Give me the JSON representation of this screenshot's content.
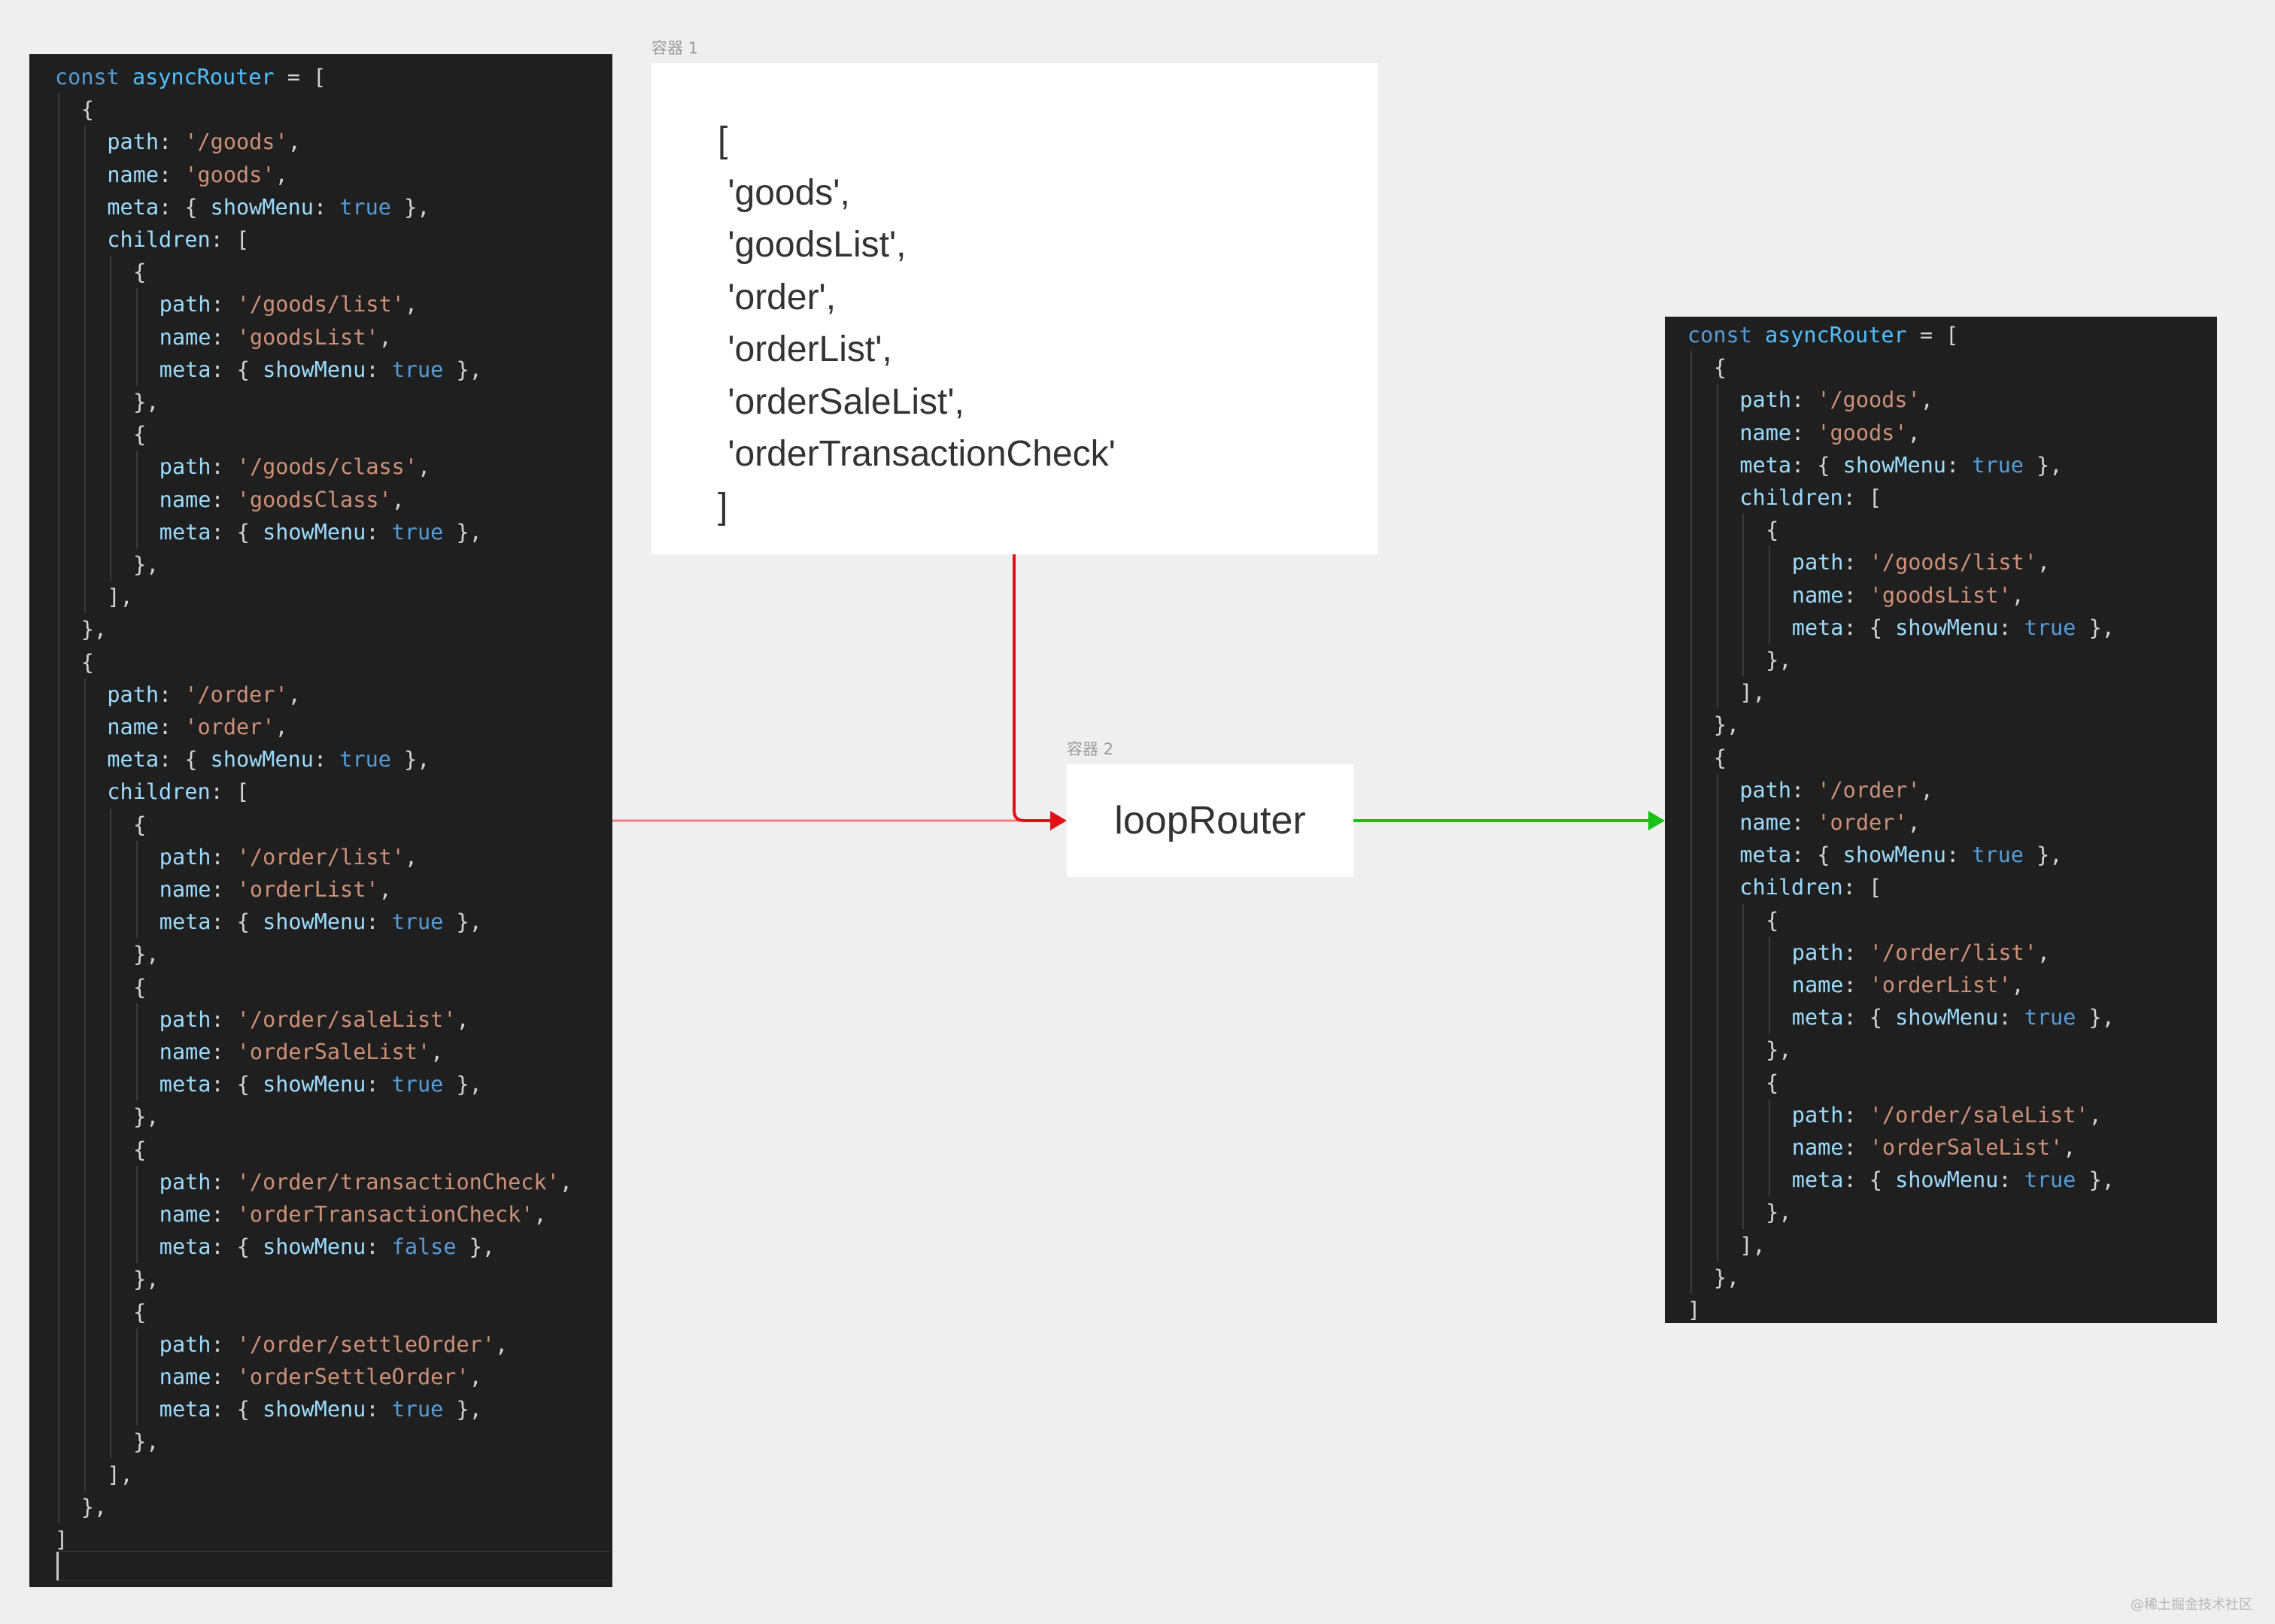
{
  "left_code": [
    [
      [
        "tok-keyword",
        "const "
      ],
      [
        "tok-var",
        "asyncRouter"
      ],
      [
        "tok-plain",
        " = ["
      ]
    ],
    [
      [
        "tok-plain",
        "{"
      ]
    ],
    [
      [
        "tok-prop",
        "path"
      ],
      [
        "tok-plain",
        ": "
      ],
      [
        "tok-string",
        "'/goods'"
      ],
      [
        "tok-plain",
        ","
      ]
    ],
    [
      [
        "tok-prop",
        "name"
      ],
      [
        "tok-plain",
        ": "
      ],
      [
        "tok-string",
        "'goods'"
      ],
      [
        "tok-plain",
        ","
      ]
    ],
    [
      [
        "tok-prop",
        "meta"
      ],
      [
        "tok-plain",
        ": { "
      ],
      [
        "tok-prop",
        "showMenu"
      ],
      [
        "tok-plain",
        ": "
      ],
      [
        "tok-bool",
        "true"
      ],
      [
        "tok-plain",
        " },"
      ]
    ],
    [
      [
        "tok-prop",
        "children"
      ],
      [
        "tok-plain",
        ": ["
      ]
    ],
    [
      [
        "tok-plain",
        "{"
      ]
    ],
    [
      [
        "tok-prop",
        "path"
      ],
      [
        "tok-plain",
        ": "
      ],
      [
        "tok-string",
        "'/goods/list'"
      ],
      [
        "tok-plain",
        ","
      ]
    ],
    [
      [
        "tok-prop",
        "name"
      ],
      [
        "tok-plain",
        ": "
      ],
      [
        "tok-string",
        "'goodsList'"
      ],
      [
        "tok-plain",
        ","
      ]
    ],
    [
      [
        "tok-prop",
        "meta"
      ],
      [
        "tok-plain",
        ": { "
      ],
      [
        "tok-prop",
        "showMenu"
      ],
      [
        "tok-plain",
        ": "
      ],
      [
        "tok-bool",
        "true"
      ],
      [
        "tok-plain",
        " },"
      ]
    ],
    [
      [
        "tok-plain",
        "},"
      ]
    ],
    [
      [
        "tok-plain",
        "{"
      ]
    ],
    [
      [
        "tok-prop",
        "path"
      ],
      [
        "tok-plain",
        ": "
      ],
      [
        "tok-string",
        "'/goods/class'"
      ],
      [
        "tok-plain",
        ","
      ]
    ],
    [
      [
        "tok-prop",
        "name"
      ],
      [
        "tok-plain",
        ": "
      ],
      [
        "tok-string",
        "'goodsClass'"
      ],
      [
        "tok-plain",
        ","
      ]
    ],
    [
      [
        "tok-prop",
        "meta"
      ],
      [
        "tok-plain",
        ": { "
      ],
      [
        "tok-prop",
        "showMenu"
      ],
      [
        "tok-plain",
        ": "
      ],
      [
        "tok-bool",
        "true"
      ],
      [
        "tok-plain",
        " },"
      ]
    ],
    [
      [
        "tok-plain",
        "},"
      ]
    ],
    [
      [
        "tok-plain",
        "],"
      ]
    ],
    [
      [
        "tok-plain",
        "},"
      ]
    ],
    [
      [
        "tok-plain",
        "{"
      ]
    ],
    [
      [
        "tok-prop",
        "path"
      ],
      [
        "tok-plain",
        ": "
      ],
      [
        "tok-string",
        "'/order'"
      ],
      [
        "tok-plain",
        ","
      ]
    ],
    [
      [
        "tok-prop",
        "name"
      ],
      [
        "tok-plain",
        ": "
      ],
      [
        "tok-string",
        "'order'"
      ],
      [
        "tok-plain",
        ","
      ]
    ],
    [
      [
        "tok-prop",
        "meta"
      ],
      [
        "tok-plain",
        ": { "
      ],
      [
        "tok-prop",
        "showMenu"
      ],
      [
        "tok-plain",
        ": "
      ],
      [
        "tok-bool",
        "true"
      ],
      [
        "tok-plain",
        " },"
      ]
    ],
    [
      [
        "tok-prop",
        "children"
      ],
      [
        "tok-plain",
        ": ["
      ]
    ],
    [
      [
        "tok-plain",
        "{"
      ]
    ],
    [
      [
        "tok-prop",
        "path"
      ],
      [
        "tok-plain",
        ": "
      ],
      [
        "tok-string",
        "'/order/list'"
      ],
      [
        "tok-plain",
        ","
      ]
    ],
    [
      [
        "tok-prop",
        "name"
      ],
      [
        "tok-plain",
        ": "
      ],
      [
        "tok-string",
        "'orderList'"
      ],
      [
        "tok-plain",
        ","
      ]
    ],
    [
      [
        "tok-prop",
        "meta"
      ],
      [
        "tok-plain",
        ": { "
      ],
      [
        "tok-prop",
        "showMenu"
      ],
      [
        "tok-plain",
        ": "
      ],
      [
        "tok-bool",
        "true"
      ],
      [
        "tok-plain",
        " },"
      ]
    ],
    [
      [
        "tok-plain",
        "},"
      ]
    ],
    [
      [
        "tok-plain",
        "{"
      ]
    ],
    [
      [
        "tok-prop",
        "path"
      ],
      [
        "tok-plain",
        ": "
      ],
      [
        "tok-string",
        "'/order/saleList'"
      ],
      [
        "tok-plain",
        ","
      ]
    ],
    [
      [
        "tok-prop",
        "name"
      ],
      [
        "tok-plain",
        ": "
      ],
      [
        "tok-string",
        "'orderSaleList'"
      ],
      [
        "tok-plain",
        ","
      ]
    ],
    [
      [
        "tok-prop",
        "meta"
      ],
      [
        "tok-plain",
        ": { "
      ],
      [
        "tok-prop",
        "showMenu"
      ],
      [
        "tok-plain",
        ": "
      ],
      [
        "tok-bool",
        "true"
      ],
      [
        "tok-plain",
        " },"
      ]
    ],
    [
      [
        "tok-plain",
        "},"
      ]
    ],
    [
      [
        "tok-plain",
        "{"
      ]
    ],
    [
      [
        "tok-prop",
        "path"
      ],
      [
        "tok-plain",
        ": "
      ],
      [
        "tok-string",
        "'/order/transactionCheck'"
      ],
      [
        "tok-plain",
        ","
      ]
    ],
    [
      [
        "tok-prop",
        "name"
      ],
      [
        "tok-plain",
        ": "
      ],
      [
        "tok-string",
        "'orderTransactionCheck'"
      ],
      [
        "tok-plain",
        ","
      ]
    ],
    [
      [
        "tok-prop",
        "meta"
      ],
      [
        "tok-plain",
        ": { "
      ],
      [
        "tok-prop",
        "showMenu"
      ],
      [
        "tok-plain",
        ": "
      ],
      [
        "tok-bool",
        "false"
      ],
      [
        "tok-plain",
        " },"
      ]
    ],
    [
      [
        "tok-plain",
        "},"
      ]
    ],
    [
      [
        "tok-plain",
        "{"
      ]
    ],
    [
      [
        "tok-prop",
        "path"
      ],
      [
        "tok-plain",
        ": "
      ],
      [
        "tok-string",
        "'/order/settleOrder'"
      ],
      [
        "tok-plain",
        ","
      ]
    ],
    [
      [
        "tok-prop",
        "name"
      ],
      [
        "tok-plain",
        ": "
      ],
      [
        "tok-string",
        "'orderSettleOrder'"
      ],
      [
        "tok-plain",
        ","
      ]
    ],
    [
      [
        "tok-prop",
        "meta"
      ],
      [
        "tok-plain",
        ": { "
      ],
      [
        "tok-prop",
        "showMenu"
      ],
      [
        "tok-plain",
        ": "
      ],
      [
        "tok-bool",
        "true"
      ],
      [
        "tok-plain",
        " },"
      ]
    ],
    [
      [
        "tok-plain",
        "},"
      ]
    ],
    [
      [
        "tok-plain",
        "],"
      ]
    ],
    [
      [
        "tok-plain",
        "},"
      ]
    ],
    [
      [
        "tok-plain",
        "]"
      ]
    ]
  ],
  "right_code": [
    [
      [
        "tok-keyword",
        "const "
      ],
      [
        "tok-var",
        "asyncRouter"
      ],
      [
        "tok-plain",
        " = ["
      ]
    ],
    [
      [
        "tok-plain",
        "{"
      ]
    ],
    [
      [
        "tok-prop",
        "path"
      ],
      [
        "tok-plain",
        ": "
      ],
      [
        "tok-string",
        "'/goods'"
      ],
      [
        "tok-plain",
        ","
      ]
    ],
    [
      [
        "tok-prop",
        "name"
      ],
      [
        "tok-plain",
        ": "
      ],
      [
        "tok-string",
        "'goods'"
      ],
      [
        "tok-plain",
        ","
      ]
    ],
    [
      [
        "tok-prop",
        "meta"
      ],
      [
        "tok-plain",
        ": { "
      ],
      [
        "tok-prop",
        "showMenu"
      ],
      [
        "tok-plain",
        ": "
      ],
      [
        "tok-bool",
        "true"
      ],
      [
        "tok-plain",
        " },"
      ]
    ],
    [
      [
        "tok-prop",
        "children"
      ],
      [
        "tok-plain",
        ": ["
      ]
    ],
    [
      [
        "tok-plain",
        "{"
      ]
    ],
    [
      [
        "tok-prop",
        "path"
      ],
      [
        "tok-plain",
        ": "
      ],
      [
        "tok-string",
        "'/goods/list'"
      ],
      [
        "tok-plain",
        ","
      ]
    ],
    [
      [
        "tok-prop",
        "name"
      ],
      [
        "tok-plain",
        ": "
      ],
      [
        "tok-string",
        "'goodsList'"
      ],
      [
        "tok-plain",
        ","
      ]
    ],
    [
      [
        "tok-prop",
        "meta"
      ],
      [
        "tok-plain",
        ": { "
      ],
      [
        "tok-prop",
        "showMenu"
      ],
      [
        "tok-plain",
        ": "
      ],
      [
        "tok-bool",
        "true"
      ],
      [
        "tok-plain",
        " },"
      ]
    ],
    [
      [
        "tok-plain",
        "},"
      ]
    ],
    [
      [
        "tok-plain",
        "],"
      ]
    ],
    [
      [
        "tok-plain",
        "},"
      ]
    ],
    [
      [
        "tok-plain",
        "{"
      ]
    ],
    [
      [
        "tok-prop",
        "path"
      ],
      [
        "tok-plain",
        ": "
      ],
      [
        "tok-string",
        "'/order'"
      ],
      [
        "tok-plain",
        ","
      ]
    ],
    [
      [
        "tok-prop",
        "name"
      ],
      [
        "tok-plain",
        ": "
      ],
      [
        "tok-string",
        "'order'"
      ],
      [
        "tok-plain",
        ","
      ]
    ],
    [
      [
        "tok-prop",
        "meta"
      ],
      [
        "tok-plain",
        ": { "
      ],
      [
        "tok-prop",
        "showMenu"
      ],
      [
        "tok-plain",
        ": "
      ],
      [
        "tok-bool",
        "true"
      ],
      [
        "tok-plain",
        " },"
      ]
    ],
    [
      [
        "tok-prop",
        "children"
      ],
      [
        "tok-plain",
        ": ["
      ]
    ],
    [
      [
        "tok-plain",
        "{"
      ]
    ],
    [
      [
        "tok-prop",
        "path"
      ],
      [
        "tok-plain",
        ": "
      ],
      [
        "tok-string",
        "'/order/list'"
      ],
      [
        "tok-plain",
        ","
      ]
    ],
    [
      [
        "tok-prop",
        "name"
      ],
      [
        "tok-plain",
        ": "
      ],
      [
        "tok-string",
        "'orderList'"
      ],
      [
        "tok-plain",
        ","
      ]
    ],
    [
      [
        "tok-prop",
        "meta"
      ],
      [
        "tok-plain",
        ": { "
      ],
      [
        "tok-prop",
        "showMenu"
      ],
      [
        "tok-plain",
        ": "
      ],
      [
        "tok-bool",
        "true"
      ],
      [
        "tok-plain",
        " },"
      ]
    ],
    [
      [
        "tok-plain",
        "},"
      ]
    ],
    [
      [
        "tok-plain",
        "{"
      ]
    ],
    [
      [
        "tok-prop",
        "path"
      ],
      [
        "tok-plain",
        ": "
      ],
      [
        "tok-string",
        "'/order/saleList'"
      ],
      [
        "tok-plain",
        ","
      ]
    ],
    [
      [
        "tok-prop",
        "name"
      ],
      [
        "tok-plain",
        ": "
      ],
      [
        "tok-string",
        "'orderSaleList'"
      ],
      [
        "tok-plain",
        ","
      ]
    ],
    [
      [
        "tok-prop",
        "meta"
      ],
      [
        "tok-plain",
        ": { "
      ],
      [
        "tok-prop",
        "showMenu"
      ],
      [
        "tok-plain",
        ": "
      ],
      [
        "tok-bool",
        "true"
      ],
      [
        "tok-plain",
        " },"
      ]
    ],
    [
      [
        "tok-plain",
        "},"
      ]
    ],
    [
      [
        "tok-plain",
        "],"
      ]
    ],
    [
      [
        "tok-plain",
        "},"
      ]
    ],
    [
      [
        "tok-plain",
        "]"
      ]
    ]
  ],
  "container1": {
    "caption": "容器 1",
    "lines": [
      "[",
      " 'goods',",
      " 'goodsList',",
      " 'order',",
      " 'orderList',",
      " 'orderSaleList',",
      " 'orderTransactionCheck'",
      "]"
    ]
  },
  "container2": {
    "caption": "容器 2",
    "label": "loopRouter"
  },
  "watermark": "@稀土掘金技术社区",
  "colors": {
    "code_bg": "#1f1f1f",
    "page_bg": "#efefef",
    "arrow_in_left": "#f08080",
    "arrow_in_top": "#e0101a",
    "arrow_out": "#18c018"
  }
}
